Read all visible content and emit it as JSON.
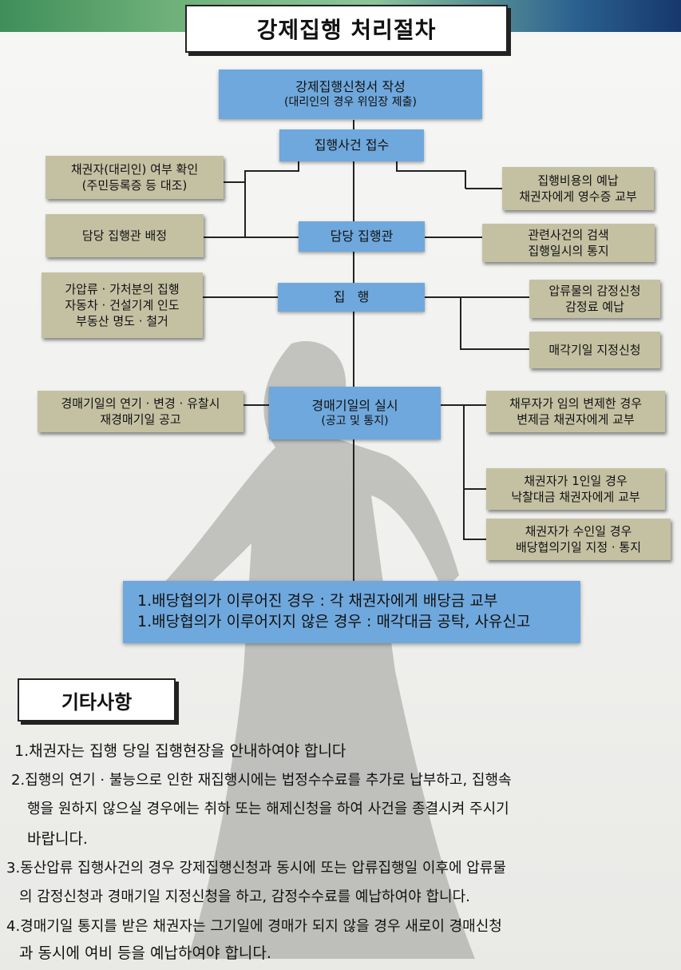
{
  "title": "강제집행 처리절차",
  "flow": {
    "application": {
      "line1": "강제집행신청서 작성",
      "line2": "(대리인의 경우 위임장 제출)"
    },
    "receipt": "집행사건 접수",
    "officer": "담당 집행관",
    "execution": "집   행",
    "auction": {
      "line1": "경매기일의 실시",
      "line2": "(공고 및 통지)"
    }
  },
  "left_boxes": {
    "creditor_check": {
      "line1": "채권자(대리인) 여부 확인",
      "line2": "(주민등록증 등 대조)"
    },
    "assign_officer": "담당 집행관 배정",
    "execution_types": {
      "line1": "가압류 · 가처분의 집행",
      "line2": "자동차 · 건설기계 인도",
      "line3": "부동산 명도 · 철거"
    },
    "auction_delay": {
      "line1": "경매기일의 연기 · 변경 · 유찰시",
      "line2": "재경매기일 공고"
    }
  },
  "right_boxes": {
    "fee_prepay": {
      "line1": "집행비용의 예납",
      "line2": "채권자에게 영수증 교부"
    },
    "related_search": {
      "line1": "관련사건의 검색",
      "line2": "집행일시의 통지"
    },
    "appraisal": {
      "line1": "압류물의 감정신청",
      "line2": "감정료 예납"
    },
    "sale_date": "매각기일 지정신청",
    "voluntary_payment": {
      "line1": "채무자가 임의 변제한 경우",
      "line2": "변제금 채권자에게 교부"
    },
    "single_creditor": {
      "line1": "채권자가 1인일 경우",
      "line2": "낙찰대금 채권자에게 교부"
    },
    "multiple_creditors": {
      "line1": "채권자가 수인일 경우",
      "line2": "배당협의기일 지정 · 통지"
    }
  },
  "distribution": {
    "line1": "1.배당협의가 이루어진 경우 : 각 채권자에게 배당금 교부",
    "line2": "1.배당협의가 이루어지지 않은 경우 : 매각대금 공탁, 사유신고"
  },
  "notes": {
    "title": "기타사항",
    "lines": [
      "1.채권자는 집행 당일 집행현장을 안내하여야 합니다",
      "2.집행의 연기 · 불능으로 인한 재집행시에는 법정수수료를 추가로 납부하고, 집행속",
      "행을 원하지 않으실 경우에는 취하 또는 해제신청을 하여 사건을 종결시켜 주시기",
      "바랍니다.",
      "3.동산압류 집행사건의 경우 강제집행신청과 동시에 또는 압류집행일 이후에 압류물",
      "의 감정신청과 경매기일 지정신청을 하고, 감정수수료를 예납하여야 합니다.",
      "4.경매기일 통지를 받은 채권자는 그기일에 경매가 되지 않을 경우 새로이 경매신청",
      "과 동시에 여비 등을 예납하여야 합니다."
    ]
  },
  "colors": {
    "flow_box": "#6fa8dc",
    "side_box": "#c4c1a3",
    "line": "#222222"
  }
}
